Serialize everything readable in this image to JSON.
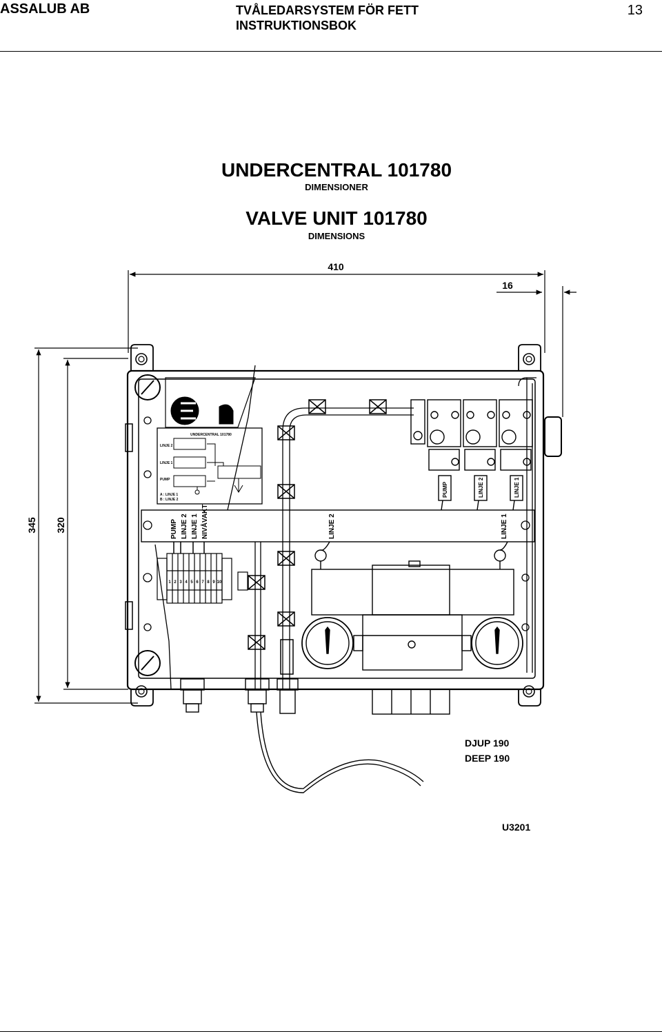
{
  "header": {
    "company": "ASSALUB AB",
    "title_line1": "TVÅLEDARSYSTEM FÖR FETT",
    "title_line2": "INSTRUKTIONSBOK",
    "page_number": "13"
  },
  "drawing": {
    "title_sv": "UNDERCENTRAL 101780",
    "subtitle_sv": "DIMENSIONER",
    "title_en": "VALVE UNIT 101780",
    "subtitle_en": "DIMENSIONS",
    "dim_width": "410",
    "dim_offset": "16",
    "dim_height_outer": "345",
    "dim_height_inner": "320",
    "depth_sv": "DJUP 190",
    "depth_en": "DEEP 190",
    "drawing_number": "U3201",
    "panel": {
      "schematic_title": "UNDERCENTRAL 101780",
      "label_linje2": "LINJE 2",
      "label_linje1": "LINJE 1",
      "label_pump": "PUMP",
      "legend_a": "A : LINJE 1",
      "legend_b": "B : LINJE 2",
      "strip_labels": [
        "PUMP",
        "LINJE 2",
        "LINJE 1",
        "NIVÅVAKT"
      ],
      "strip_linje2": "LINJE 2",
      "strip_linje1": "LINJE 1",
      "valve_labels": [
        "PUMP",
        "LINJE 2",
        "LINJE 1"
      ],
      "terminals": [
        "1",
        "2",
        "3",
        "4",
        "5",
        "6",
        "7",
        "8",
        "9",
        "10"
      ]
    }
  }
}
